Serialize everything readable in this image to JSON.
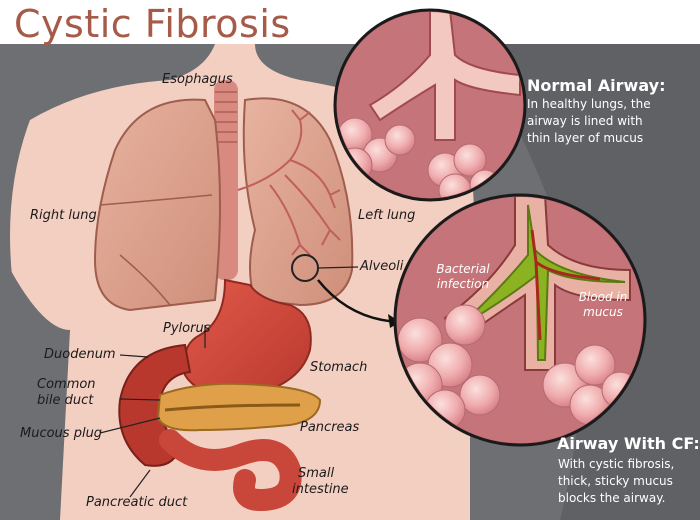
{
  "title": "Cystic Fibrosis",
  "labels": {
    "esophagus": "Esophagus",
    "right_lung": "Right lung",
    "left_lung": "Left lung",
    "alveoli": "Alveoli",
    "pylorus": "Pylorus",
    "duodenum": "Duodenum",
    "stomach": "Stomach",
    "common_bile_duct": [
      "Common",
      "bile duct"
    ],
    "mucous_plug": "Mucous plug",
    "pancreas": "Pancreas",
    "small_intestine": [
      "Small",
      "intestine"
    ],
    "pancreatic_duct": "Pancreatic duct",
    "bacterial_infection": [
      "Bacterial",
      "infection"
    ],
    "blood_in_mucus": [
      "Blood in",
      "mucus"
    ]
  },
  "normal_airway": {
    "heading": "Normal Airway:",
    "body": [
      "In healthy lungs, the",
      "airway is lined with",
      "thin layer of mucus"
    ]
  },
  "cf_airway": {
    "heading": "Airway With CF:",
    "body": [
      "With cystic fibrosis,",
      "thick, sticky mucus",
      "blocks the airway."
    ]
  },
  "colors": {
    "title": "#a65a48",
    "background_panel": "#6d6f73",
    "skin": "#f3cfc2",
    "lung": "#d99a86",
    "organ_red": "#c9463a",
    "pancreas": "#e0a04a",
    "mucus": "#8bb321"
  }
}
